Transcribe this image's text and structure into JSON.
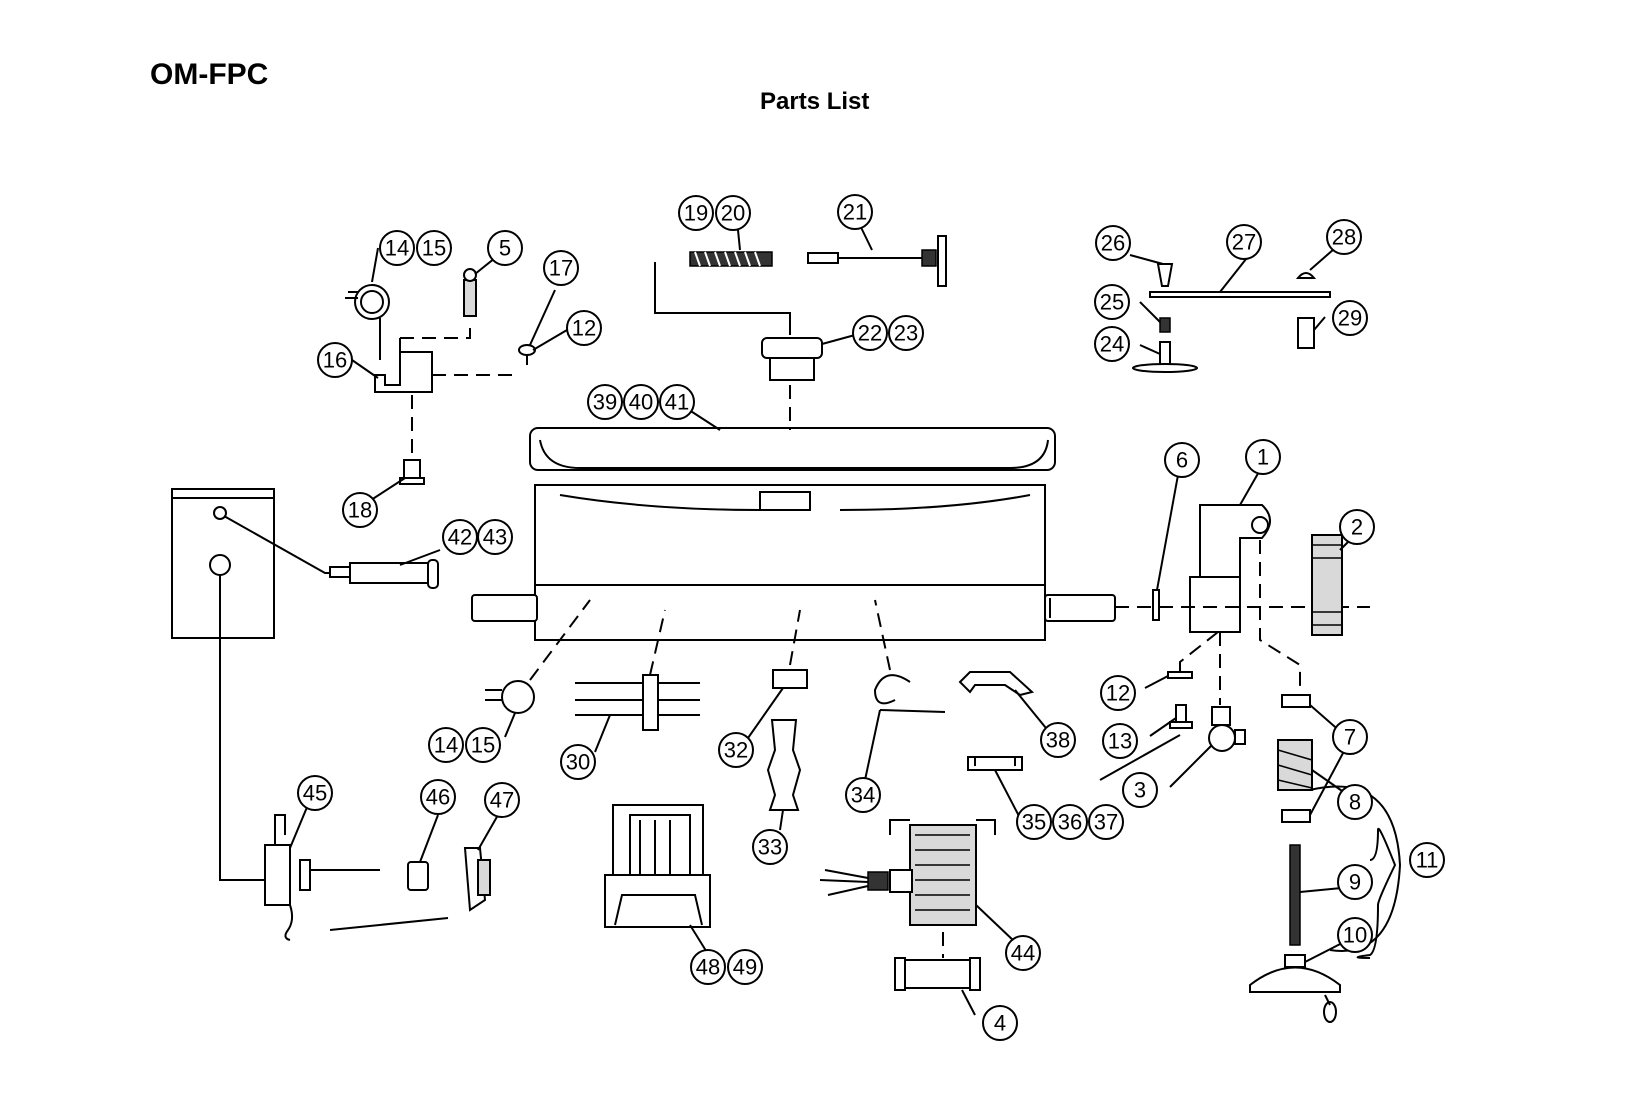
{
  "header": {
    "model": "OM-FPC",
    "title": "Parts List"
  },
  "callouts": [
    {
      "id": "c14a",
      "label": "14"
    },
    {
      "id": "c15a",
      "label": "15"
    },
    {
      "id": "c5",
      "label": "5"
    },
    {
      "id": "c17",
      "label": "17"
    },
    {
      "id": "c12a",
      "label": "12"
    },
    {
      "id": "c16",
      "label": "16"
    },
    {
      "id": "c18",
      "label": "18"
    },
    {
      "id": "c19",
      "label": "19"
    },
    {
      "id": "c20",
      "label": "20"
    },
    {
      "id": "c21",
      "label": "21"
    },
    {
      "id": "c22",
      "label": "22"
    },
    {
      "id": "c23",
      "label": "23"
    },
    {
      "id": "c39",
      "label": "39"
    },
    {
      "id": "c40",
      "label": "40"
    },
    {
      "id": "c41",
      "label": "41"
    },
    {
      "id": "c26",
      "label": "26"
    },
    {
      "id": "c27",
      "label": "27"
    },
    {
      "id": "c28",
      "label": "28"
    },
    {
      "id": "c25",
      "label": "25"
    },
    {
      "id": "c29",
      "label": "29"
    },
    {
      "id": "c24",
      "label": "24"
    },
    {
      "id": "c6",
      "label": "6"
    },
    {
      "id": "c1",
      "label": "1"
    },
    {
      "id": "c2",
      "label": "2"
    },
    {
      "id": "c42",
      "label": "42"
    },
    {
      "id": "c43",
      "label": "43"
    },
    {
      "id": "c12b",
      "label": "12"
    },
    {
      "id": "c13",
      "label": "13"
    },
    {
      "id": "c3",
      "label": "3"
    },
    {
      "id": "c7",
      "label": "7"
    },
    {
      "id": "c8",
      "label": "8"
    },
    {
      "id": "c9",
      "label": "9"
    },
    {
      "id": "c10",
      "label": "10"
    },
    {
      "id": "c11",
      "label": "11"
    },
    {
      "id": "c14b",
      "label": "14"
    },
    {
      "id": "c15b",
      "label": "15"
    },
    {
      "id": "c30",
      "label": "30"
    },
    {
      "id": "c32",
      "label": "32"
    },
    {
      "id": "c33",
      "label": "33"
    },
    {
      "id": "c34",
      "label": "34"
    },
    {
      "id": "c38",
      "label": "38"
    },
    {
      "id": "c35",
      "label": "35"
    },
    {
      "id": "c36",
      "label": "36"
    },
    {
      "id": "c37",
      "label": "37"
    },
    {
      "id": "c44",
      "label": "44"
    },
    {
      "id": "c4",
      "label": "4"
    },
    {
      "id": "c45",
      "label": "45"
    },
    {
      "id": "c46",
      "label": "46"
    },
    {
      "id": "c47",
      "label": "47"
    },
    {
      "id": "c48",
      "label": "48"
    },
    {
      "id": "c49",
      "label": "49"
    }
  ]
}
